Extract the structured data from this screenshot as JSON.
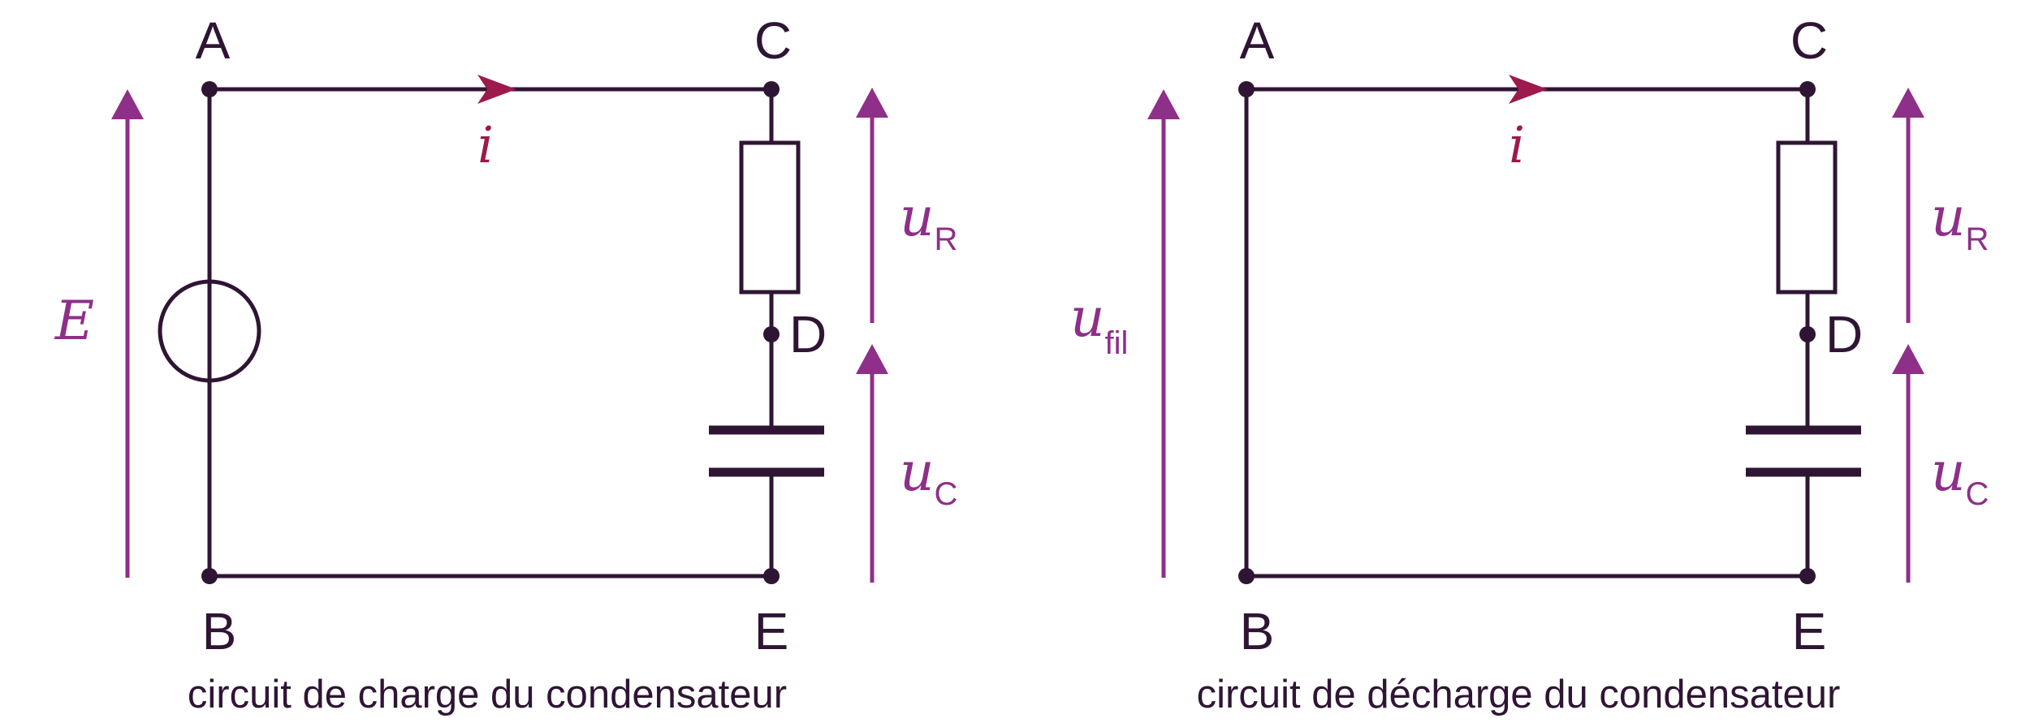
{
  "colors": {
    "wire": "#2f1534",
    "voltage": "#8e2f8a",
    "current": "#9c1a4c"
  },
  "charge_circuit": {
    "caption": "circuit de charge du condensateur",
    "nodes": {
      "a": "A",
      "b": "B",
      "c": "C",
      "d": "D",
      "e": "E"
    },
    "current_label": "i",
    "source_voltage": {
      "symbol": "E",
      "sub": ""
    },
    "resistor_voltage": {
      "symbol": "u",
      "sub": "R"
    },
    "capacitor_voltage": {
      "symbol": "u",
      "sub": "C"
    }
  },
  "discharge_circuit": {
    "caption": "circuit de décharge du condensateur",
    "nodes": {
      "a": "A",
      "b": "B",
      "c": "C",
      "d": "D",
      "e": "E"
    },
    "current_label": "i",
    "wire_voltage": {
      "symbol": "u",
      "sub": "fil"
    },
    "resistor_voltage": {
      "symbol": "u",
      "sub": "R"
    },
    "capacitor_voltage": {
      "symbol": "u",
      "sub": "C"
    }
  }
}
